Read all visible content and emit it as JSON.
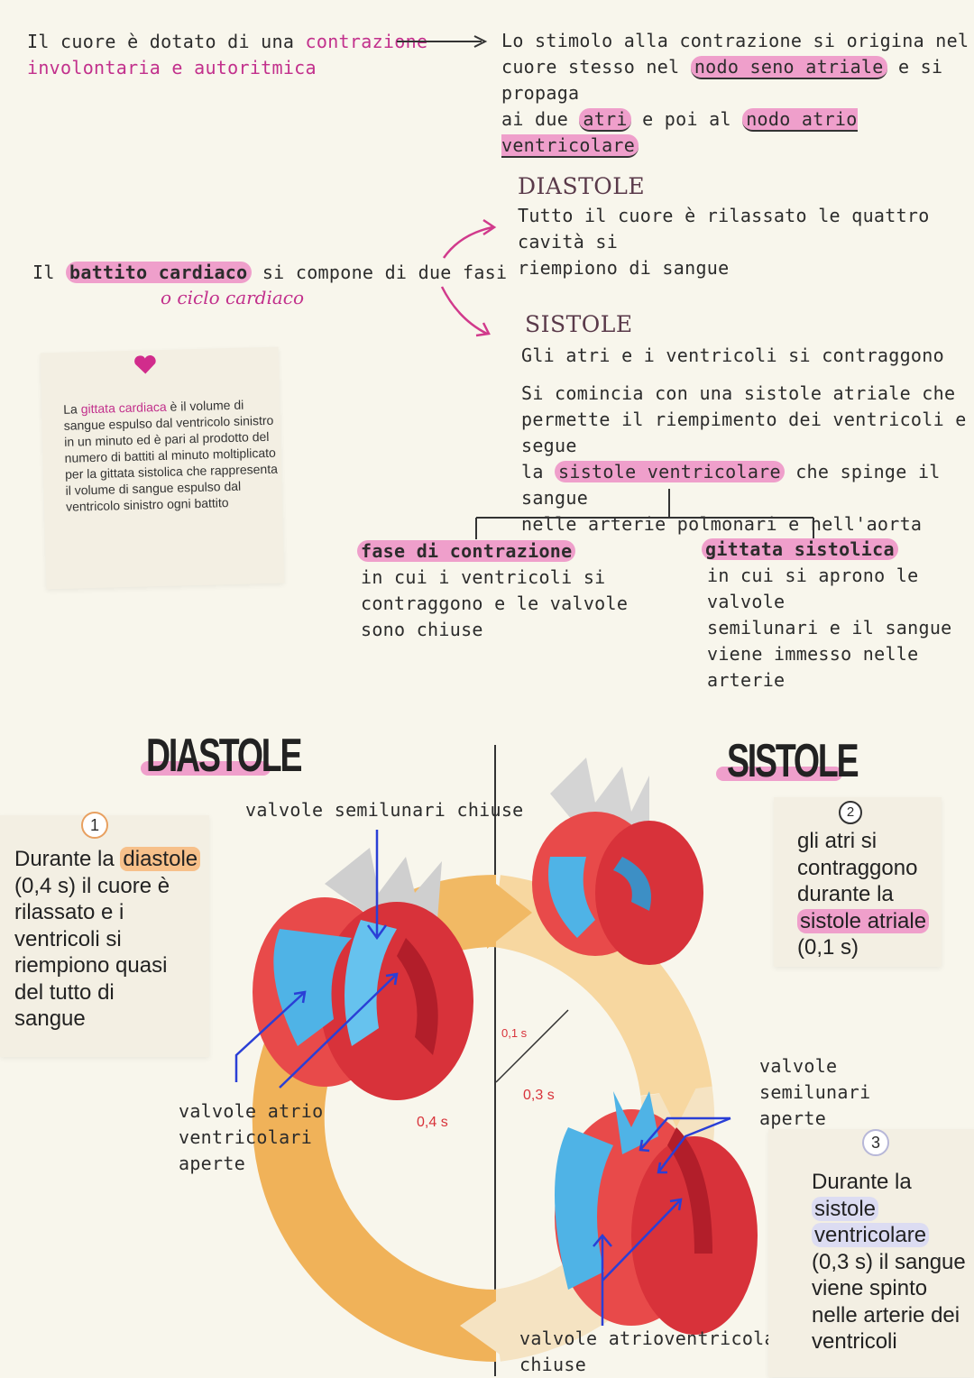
{
  "intro": {
    "left_line1_pre": "Il cuore è dotato di una ",
    "left_line1_pink": "contrazione",
    "left_line2_pink": "involontaria e autoritmica",
    "right_line1": "Lo stimolo alla contrazione si origina nel",
    "right_line2_pre": "cuore stesso nel ",
    "right_line2_hl": "nodo seno atriale",
    "right_line2_post": " e si propaga",
    "right_line3_pre": "ai due ",
    "right_line3_hl": "atri",
    "right_line3_mid": " e poi al ",
    "right_line3_hl2": "nodo atrio ventricolare"
  },
  "heartbeat": {
    "pre": "Il ",
    "hl": "battito cardiaco",
    "post": " si compone di due fasi",
    "sub": "o ciclo cardiaco"
  },
  "diastole_block": {
    "title": "DIASTOLE",
    "line1": "Tutto il cuore è rilassato le quattro cavità si",
    "line2": "riempiono di sangue"
  },
  "sistole_block": {
    "title": "SISTOLE",
    "line1": "Gli atri e i ventricoli si contraggono",
    "p_line1": "Si comincia con una sistole atriale che",
    "p_line2": "permette il riempimento dei ventricoli e segue",
    "p_line3_pre": "la ",
    "p_line3_hl": "sistole ventricolare",
    "p_line3_post": " che spinge il sangue",
    "p_line4": "nelle arterie polmonari e nell'aorta"
  },
  "branches": {
    "left_title": "fase di contrazione",
    "left_lines": [
      "in cui i ventricoli si",
      "contraggono e le valvole",
      "sono chiuse"
    ],
    "right_title": "gittata sistolica",
    "right_lines": [
      "in cui si aprono le valvole",
      "semilunari e il sangue",
      "viene immesso nelle",
      "arterie"
    ]
  },
  "note_card": {
    "pre": "La ",
    "pink": "gittata cardiaca",
    "post": " è il volume di sangue espulso dal ventricolo sinistro in un minuto ed è pari al prodotto del numero di battiti al minuto moltiplicato per la gittata sistolica che rappresenta il volume di sangue espulso dal ventricolo sinistro ogni battito"
  },
  "diagram": {
    "title_left": "DIASTOLE",
    "title_right": "SISTOLE",
    "label_semilunar_closed": "valvole semilunari chiuse",
    "label_av_open": [
      "valvole atrio",
      "ventricolari",
      "aperte"
    ],
    "label_semilunar_open": [
      "valvole",
      "semilunari",
      "aperte"
    ],
    "label_av_closed": [
      "valvole atrioventricolari",
      "chiuse"
    ],
    "time_04": "0,4 s",
    "time_01": "0,1 s",
    "time_03": "0,3 s"
  },
  "step1": {
    "num": "1",
    "l1_pre": "Durante la ",
    "l1_hl": "diastole",
    "lines": [
      "(0,4 s) il cuore è",
      "rilassato e i",
      "ventricoli si",
      "riempiono quasi",
      "del tutto di",
      "sangue"
    ]
  },
  "step2": {
    "num": "2",
    "lines": [
      "gli atri si",
      "contraggono",
      "durante la"
    ],
    "hl": "sistole atriale",
    "last": "(0,1 s)"
  },
  "step3": {
    "num": "3",
    "l1": "Durante la",
    "hl1": "sistole",
    "hl2": "ventricolare",
    "lines": [
      "(0,3 s) il sangue",
      "viene spinto",
      "nelle arterie dei",
      "ventricoli"
    ]
  },
  "colors": {
    "pink": "#c2308c",
    "highlight": "#ef9fcb",
    "cycle_orange": "#f2b25c",
    "blood_red": "#d8323a",
    "blood_blue": "#4fb3e6",
    "arrow_blue": "#2a3fd6"
  }
}
